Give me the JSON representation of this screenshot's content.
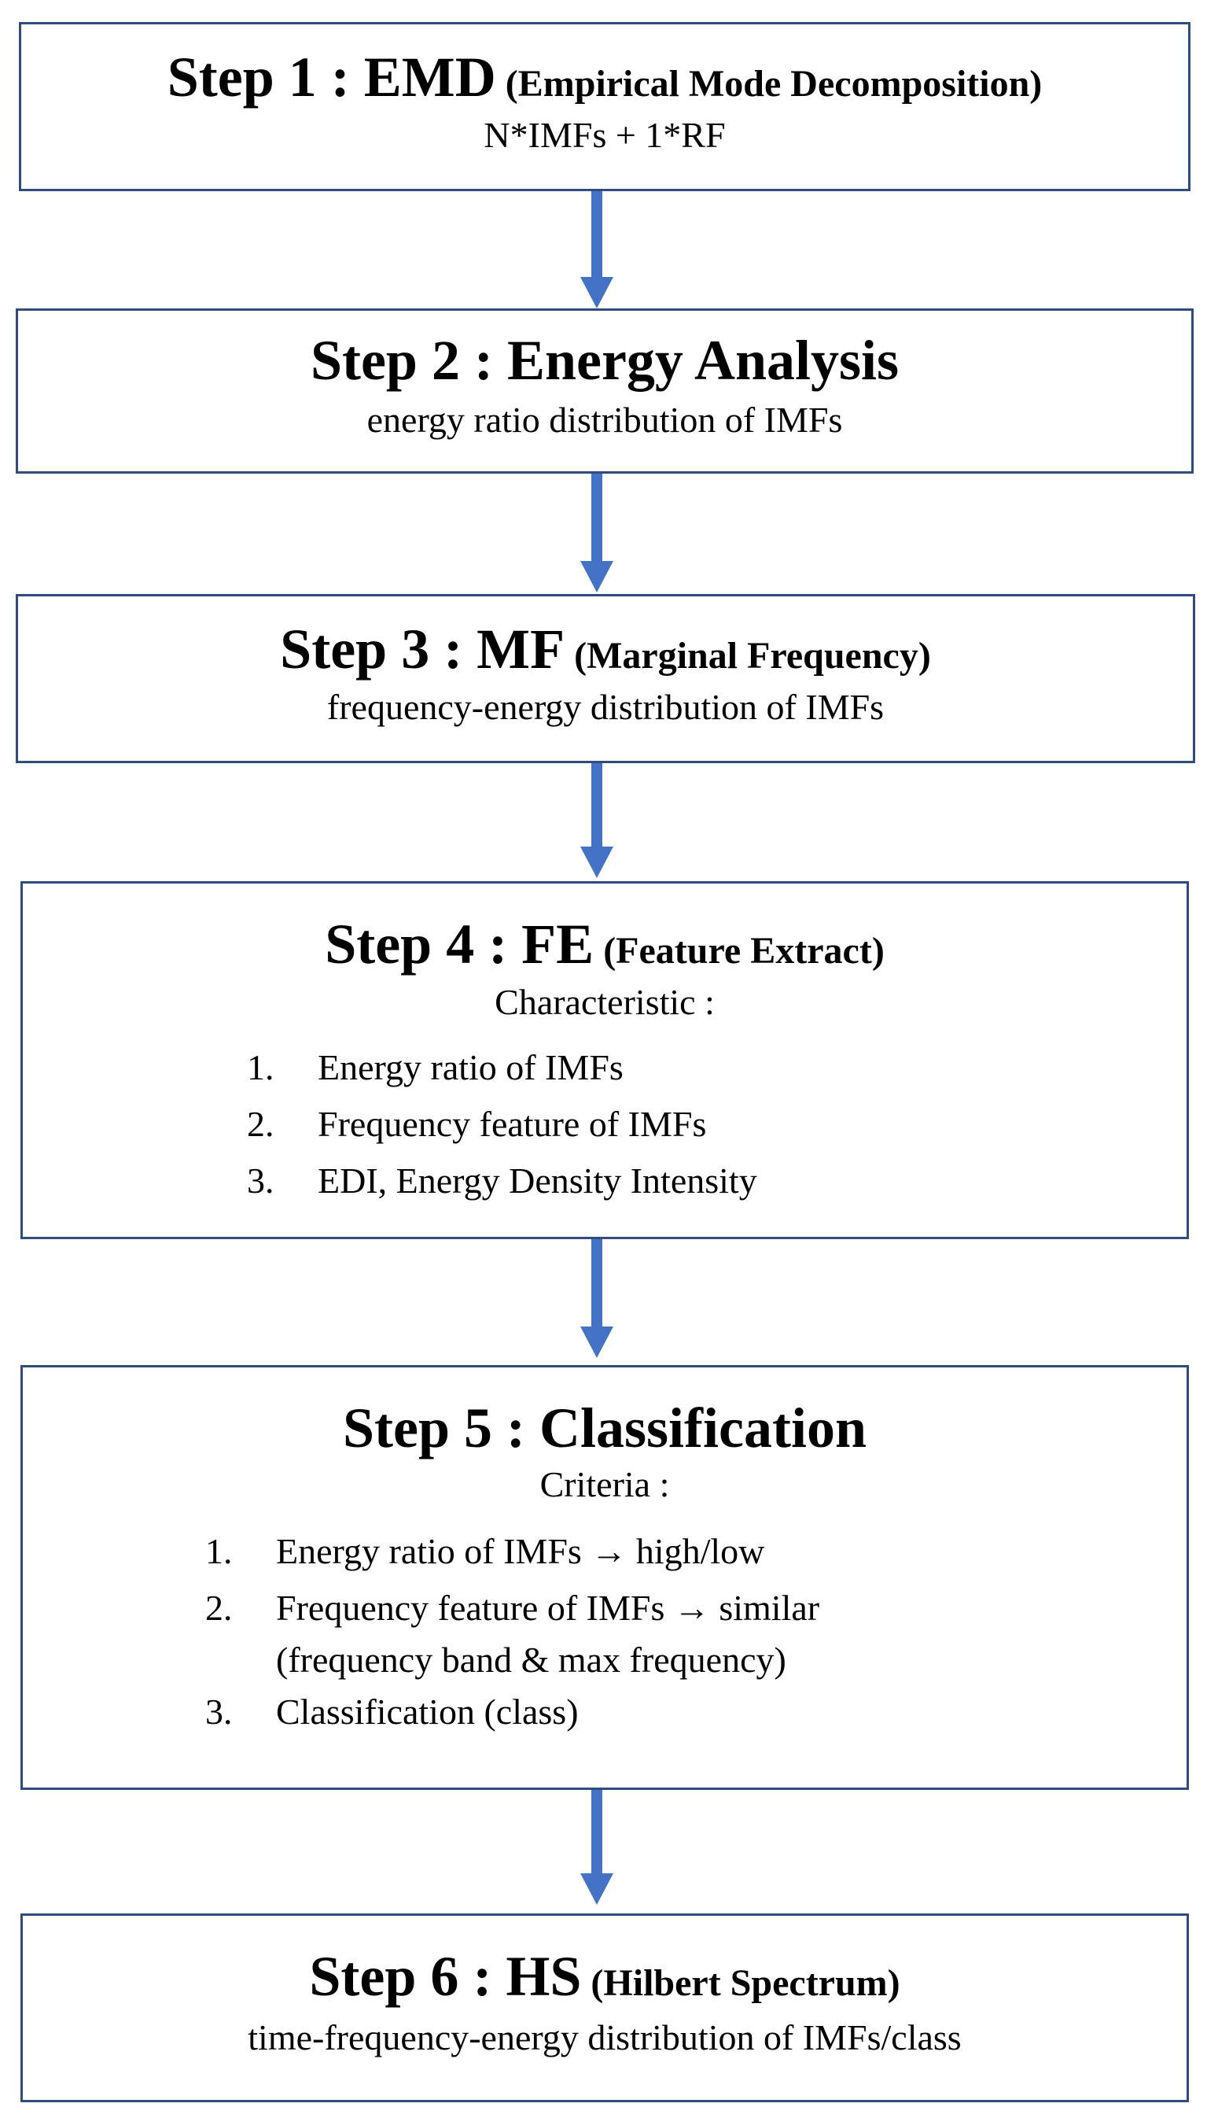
{
  "steps": [
    {
      "title": "Step 1 : EMD",
      "paren": "(Empirical Mode Decomposition)",
      "desc": "N*IMFs + 1*RF"
    },
    {
      "title": "Step 2 : Energy Analysis",
      "paren": "",
      "desc": "energy ratio distribution of IMFs"
    },
    {
      "title": "Step 3 : MF",
      "paren": "(Marginal Frequency)",
      "desc": "frequency-energy distribution of IMFs"
    },
    {
      "title": "Step 4 : FE",
      "paren": "(Feature Extract)",
      "list_head": "Characteristic :",
      "items": [
        {
          "num": "1.",
          "text": "Energy ratio of IMFs"
        },
        {
          "num": "2.",
          "text": "Frequency feature of IMFs"
        },
        {
          "num": "3.",
          "text": "EDI, Energy Density Intensity"
        }
      ]
    },
    {
      "title": "Step 5 : Classification",
      "paren": "",
      "list_head": "Criteria :",
      "items": [
        {
          "num": "1.",
          "text": "Energy ratio of IMFs → high/low"
        },
        {
          "num": "2.",
          "text": "Frequency feature of IMFs → similar",
          "sub": "(frequency band & max frequency)"
        },
        {
          "num": "3.",
          "text": "Classification (class)"
        }
      ]
    },
    {
      "title": "Step 6 : HS",
      "paren": "(Hilbert Spectrum)",
      "desc": "time-frequency-energy distribution of IMFs/class"
    }
  ],
  "colors": {
    "box_border": "#2f4c7d",
    "arrow": "#4472c4"
  }
}
